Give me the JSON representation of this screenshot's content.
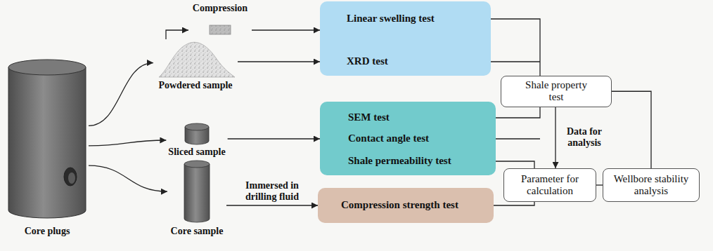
{
  "diagram": {
    "nodes": [
      {
        "text": [
          "Core plugs"
        ]
      },
      {
        "text": [
          "Powdered sample"
        ]
      },
      {
        "text": [
          "Compression"
        ]
      },
      {
        "text": [
          "Linear swelling test",
          "XRD test"
        ]
      },
      {
        "text": [
          "Sliced sample"
        ]
      },
      {
        "text": [
          "SEM test",
          "Contact angle test",
          "Shale permeability test"
        ]
      },
      {
        "text": [
          "Core sample"
        ]
      },
      {
        "text": [
          "Compression strength test"
        ]
      },
      {
        "text": [
          "Shale property test"
        ]
      },
      {
        "text": [
          "Parameter for calculation"
        ]
      },
      {
        "text": [
          "Wellbore stability analysis"
        ]
      }
    ],
    "edges": [
      {
        "from": 0,
        "to": 1,
        "arrow": "to"
      },
      {
        "from": 0,
        "to": 4,
        "arrow": "to"
      },
      {
        "from": 0,
        "to": 6,
        "arrow": "to"
      },
      {
        "from": 1,
        "to": 2,
        "arrow": "to"
      },
      {
        "from": 2,
        "to": 3,
        "arrow": "to"
      },
      {
        "from": 1,
        "to": 3,
        "arrow": "to"
      },
      {
        "from": 4,
        "to": 5,
        "arrow": "to"
      },
      {
        "from": 6,
        "to": 7,
        "label": "Immersed in drilling fluid",
        "arrow": "to"
      },
      {
        "from": 3,
        "to": 8,
        "arrow": "none"
      },
      {
        "from": 5,
        "to": 8,
        "arrow": "none"
      },
      {
        "from": 5,
        "to": 9,
        "arrow": "none"
      },
      {
        "from": 7,
        "to": 9,
        "arrow": "none"
      },
      {
        "from": 8,
        "to": 9,
        "label": "Data for analysis",
        "arrow": "to"
      },
      {
        "from": 8,
        "to": 10,
        "arrow": "none"
      },
      {
        "from": 9,
        "to": 10,
        "arrow": "none"
      }
    ]
  }
}
